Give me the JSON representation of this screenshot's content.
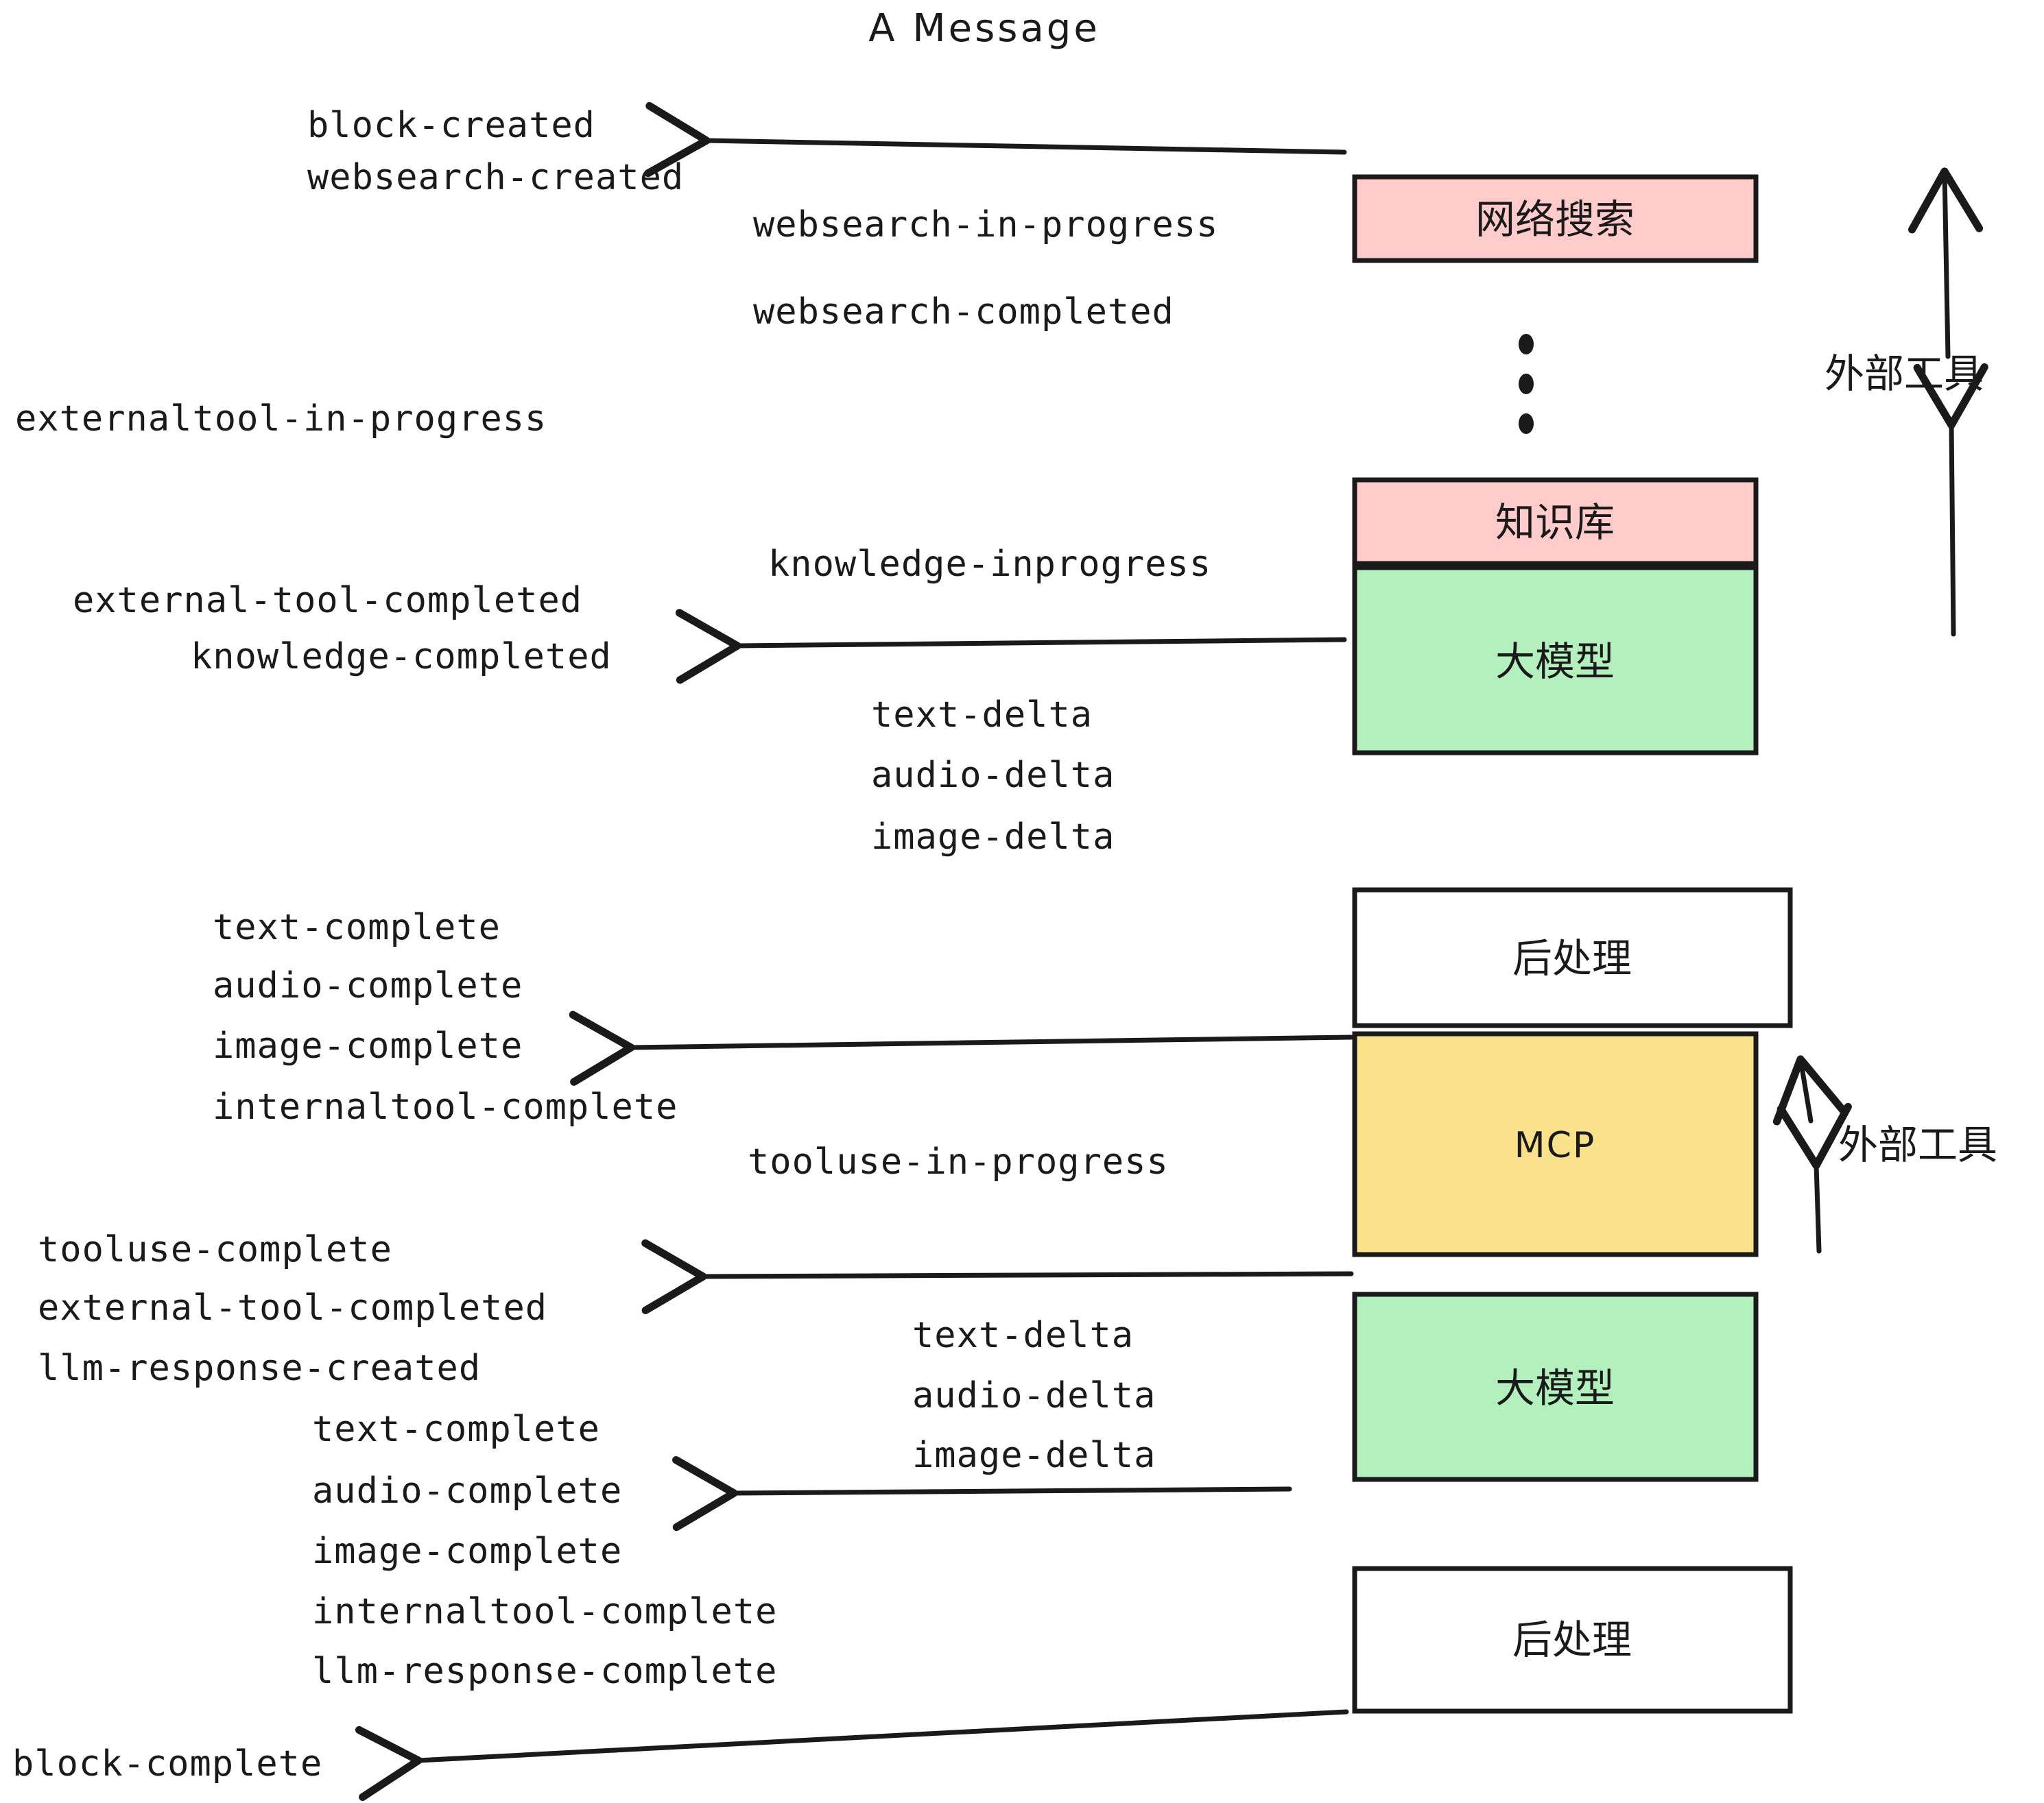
{
  "title": "A Message",
  "colors": {
    "pink": "#FFCBCB",
    "green": "#B4F0BE",
    "yellow": "#FAE18C",
    "white": "#FFFFFF",
    "stroke": "#1A1A1A"
  },
  "nodes": [
    {
      "id": "websearch",
      "label": "网络搜索",
      "fill": "#FFCBCB"
    },
    {
      "id": "knowledge",
      "label": "知识库",
      "fill": "#FFCBCB"
    },
    {
      "id": "llm-1",
      "label": "大模型",
      "fill": "#B4F0BE"
    },
    {
      "id": "postprocess-1",
      "label": "后处理",
      "fill": "#FFFFFF"
    },
    {
      "id": "mcp",
      "label": "MCP",
      "fill": "#FAE18C"
    },
    {
      "id": "llm-2",
      "label": "大模型",
      "fill": "#B4F0BE"
    },
    {
      "id": "postprocess-2",
      "label": "后处理",
      "fill": "#FFFFFF"
    }
  ],
  "side_labels": [
    {
      "id": "external-tools-top",
      "text": "外部工具"
    },
    {
      "id": "external-tools-bottom",
      "text": "外部工具"
    }
  ],
  "events": [
    {
      "id": "block-created",
      "text": "block-created"
    },
    {
      "id": "websearch-created",
      "text": "websearch-created"
    },
    {
      "id": "websearch-in-progress",
      "text": "websearch-in-progress"
    },
    {
      "id": "websearch-completed",
      "text": "websearch-completed"
    },
    {
      "id": "externaltool-in-progress",
      "text": "externaltool-in-progress"
    },
    {
      "id": "knowledge-inprogress",
      "text": "knowledge-inprogress"
    },
    {
      "id": "external-tool-completed-1",
      "text": "external-tool-completed"
    },
    {
      "id": "knowledge-completed",
      "text": "knowledge-completed"
    },
    {
      "id": "text-delta-1",
      "text": "text-delta"
    },
    {
      "id": "audio-delta-1",
      "text": "audio-delta"
    },
    {
      "id": "image-delta-1",
      "text": "image-delta"
    },
    {
      "id": "text-complete-1",
      "text": "text-complete"
    },
    {
      "id": "audio-complete-1",
      "text": "audio-complete"
    },
    {
      "id": "image-complete-1",
      "text": "image-complete"
    },
    {
      "id": "internaltool-complete-1",
      "text": "internaltool-complete"
    },
    {
      "id": "tooluse-in-progress",
      "text": "tooluse-in-progress"
    },
    {
      "id": "tooluse-complete",
      "text": "tooluse-complete"
    },
    {
      "id": "external-tool-completed-2",
      "text": "external-tool-completed"
    },
    {
      "id": "llm-response-created",
      "text": "llm-response-created"
    },
    {
      "id": "text-delta-2",
      "text": "text-delta"
    },
    {
      "id": "audio-delta-2",
      "text": "audio-delta"
    },
    {
      "id": "image-delta-2",
      "text": "image-delta"
    },
    {
      "id": "text-complete-2",
      "text": "text-complete"
    },
    {
      "id": "audio-complete-2",
      "text": "audio-complete"
    },
    {
      "id": "image-complete-2",
      "text": "image-complete"
    },
    {
      "id": "internaltool-complete-2",
      "text": "internaltool-complete"
    },
    {
      "id": "llm-response-complete",
      "text": "llm-response-complete"
    },
    {
      "id": "block-complete",
      "text": "block-complete"
    }
  ]
}
